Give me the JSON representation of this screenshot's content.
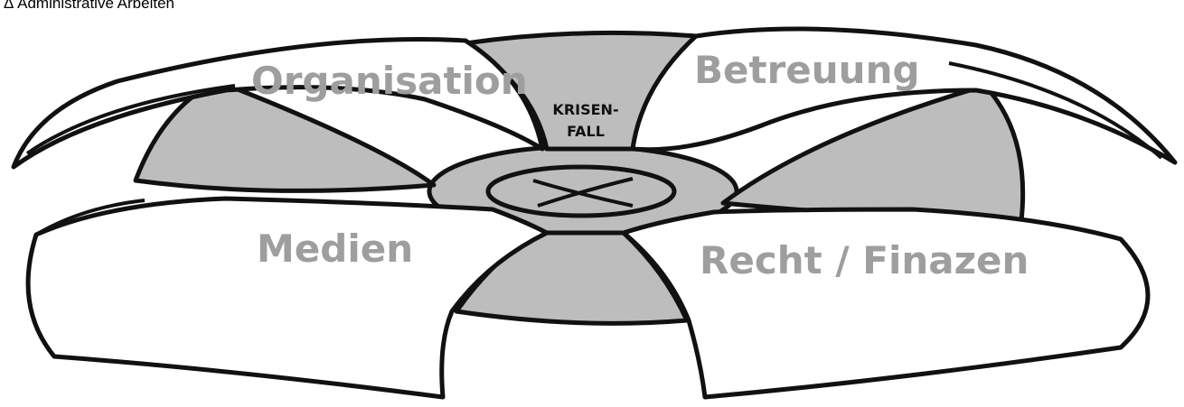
{
  "caption": "Δ Administrative Arbeiten",
  "center": {
    "line1": "KRISEN-",
    "line2": "FALL"
  },
  "sections": {
    "organisation": "Organisation",
    "betreuung": "Betreuung",
    "medien": "Medien",
    "recht": "Recht / Finazen"
  },
  "colors": {
    "fill_grey": "#bdbdbd",
    "label_grey": "#9e9e9e",
    "stroke": "#111111"
  }
}
